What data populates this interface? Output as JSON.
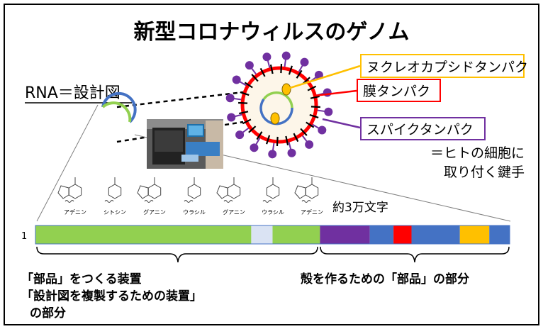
{
  "title": "新型コロナウィルスのゲノム",
  "rna_label": "RNA＝設計図",
  "labels": {
    "nucleocapsid": "ヌクレオカプシドタンパク",
    "membrane": "膜タンパク",
    "spike": "スパイクタンパク"
  },
  "spike_note": [
    "＝ヒトの細胞に",
    "取り付く鍵手"
  ],
  "bases": [
    "アデニン",
    "シトシン",
    "グアニン",
    "ウラシル",
    "グアニン",
    "ウラシル",
    "アデニン"
  ],
  "genome_length_label": "約3万文字",
  "genome_start_index": "1",
  "genome_segments": [
    {
      "color": "#92d050"
    },
    {
      "color": "#dae3f3"
    },
    {
      "color": "#92d050"
    },
    {
      "color": "#7030a0"
    },
    {
      "color": "#4472c4"
    },
    {
      "color": "#ff0000"
    },
    {
      "color": "#4472c4"
    },
    {
      "color": "#ffc000"
    },
    {
      "color": "#4472c4"
    }
  ],
  "left_caption": [
    "「部品」をつくる装置",
    "「設計図を複製するための装置」",
    "の部分"
  ],
  "right_caption": "殻を作るための「部品」の部分",
  "colors": {
    "nucleocapsid": "#ffc000",
    "membrane": "#ff0000",
    "spike": "#7030a0",
    "rna_green": "#92d050",
    "rna_blue": "#4472c4"
  }
}
